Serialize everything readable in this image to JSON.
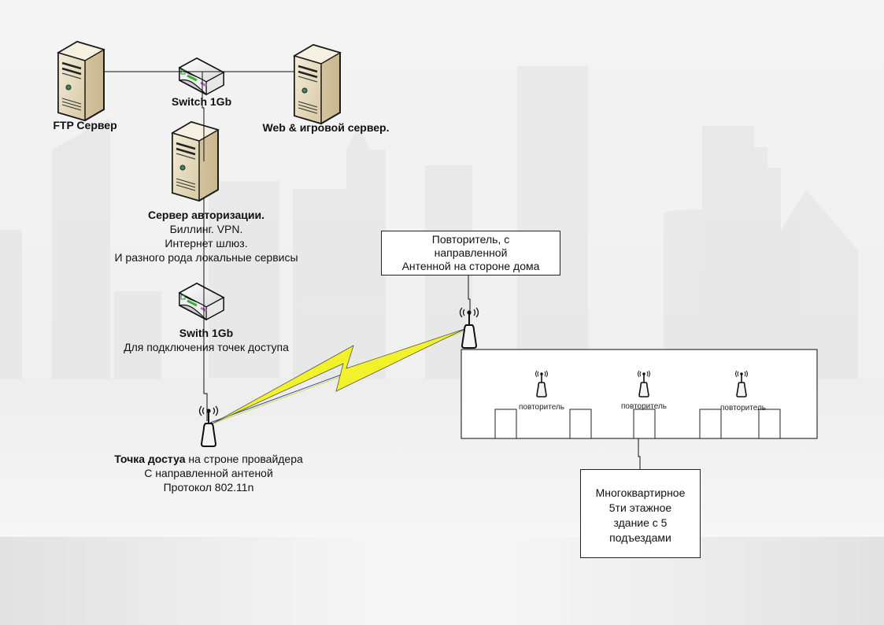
{
  "diagram": {
    "title": "Network topology: provider servers to apartment building via wireless link",
    "nodes": {
      "ftp_server": {
        "label": "FTP Сервер",
        "icon": "server-icon"
      },
      "switch_top": {
        "label": "Switch 1Gb",
        "icon": "switch-icon"
      },
      "web_server": {
        "label": "Web & игровой сервер.",
        "icon": "server-icon"
      },
      "auth_server": {
        "title": "Сервер авторизации.",
        "lines": [
          "Биллинг. VPN.",
          "Интернет шлюз.",
          "И разного рода локальные сервисы"
        ],
        "icon": "server-icon"
      },
      "switch_bottom": {
        "title": "Swith 1Gb",
        "subtitle": "Для подключения точек доступа",
        "icon": "switch-icon"
      },
      "access_point": {
        "title_bold": "Точка достуа",
        "title_rest": " на строне провайдера",
        "lines": [
          "С направленной антеной",
          "Протокол 802.11n"
        ],
        "icon": "wireless-antenna-icon"
      },
      "repeater_box": {
        "lines": [
          "Повторитель, с",
          "направленной",
          "Антенной на стороне дома"
        ],
        "icon": "wireless-antenna-icon"
      },
      "building": {
        "repeaters": [
          {
            "label": "повторитель"
          },
          {
            "label": "повторитель"
          },
          {
            "label": "повторитель"
          }
        ],
        "entrances": 5
      },
      "building_desc": {
        "lines": [
          "Многоквартирное",
          "5ти этажное",
          "здание с 5",
          "подъездами"
        ]
      }
    },
    "links": [
      {
        "from": "ftp_server",
        "to": "switch_top",
        "type": "wired"
      },
      {
        "from": "switch_top",
        "to": "web_server",
        "type": "wired"
      },
      {
        "from": "switch_top",
        "to": "auth_server",
        "type": "wired"
      },
      {
        "from": "auth_server",
        "to": "switch_bottom",
        "type": "wired"
      },
      {
        "from": "switch_bottom",
        "to": "access_point",
        "type": "wired"
      },
      {
        "from": "access_point",
        "to": "repeater_box",
        "type": "wireless",
        "icon": "lightning-icon"
      },
      {
        "from": "repeater_box",
        "to": "building",
        "type": "wired"
      },
      {
        "from": "building",
        "to": "building_desc",
        "type": "wired"
      }
    ],
    "colors": {
      "server_body": "#e6dcc4",
      "server_side": "#c9b890",
      "lightning": "#f2f22a",
      "wireless_line": "#2a4a9a",
      "line": "#111111"
    }
  }
}
